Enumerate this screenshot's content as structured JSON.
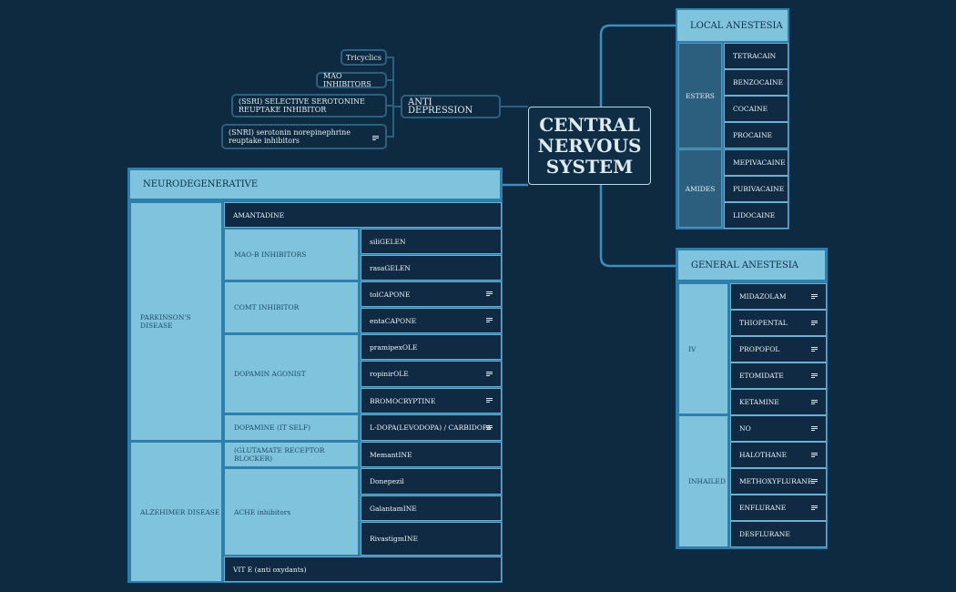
{
  "center": {
    "title_lines": [
      "CENTRAL",
      "NERVOUS",
      "SYSTEM"
    ]
  },
  "anti_depression": {
    "label": "ANTI DEPRESSION",
    "items": [
      "Tricyclics",
      "MAO INHIBITORS",
      "(SSRI) SELECTIVE SEROTONINE REUPTAKE INHIBITOR",
      "(SNRI) serotonin norepinephrine reuptake inhibitors"
    ]
  },
  "local": {
    "title": "LOCAL ANESTESIA",
    "groups": [
      {
        "label": "ESTERS",
        "items": [
          "TETRACAIN",
          "BENZOCAINE",
          "COCAINE",
          "PROCAINE"
        ]
      },
      {
        "label": "AMIDES",
        "items": [
          "MEPIVACAINE",
          "PUBIVACAINE",
          "LIDOCAINE"
        ]
      }
    ]
  },
  "general": {
    "title": "GENERAL ANESTESIA",
    "groups": [
      {
        "label": "IV",
        "items": [
          "MIDAZOLAM",
          "THIOPENTAL",
          "PROPOFOL",
          "ETOMIDATE",
          "KETAMINE"
        ]
      },
      {
        "label": "INHAILED",
        "items": [
          "NO",
          "HALOTHANE",
          "METHOXYFLURANE",
          "ENFLURANE",
          "DESFLURANE"
        ]
      }
    ]
  },
  "neuro": {
    "title": "NEURODEGENERATIVE",
    "parkinson": {
      "label": "PARKINSON'S DISEASE",
      "amantadine": "AMANTADINE",
      "maob": {
        "label": "MAO-B INHIBITORS",
        "items": [
          "siliGELEN",
          "rasaGELEN"
        ]
      },
      "comt": {
        "label": "COMT INHIBITOR",
        "items": [
          "tolCAPONE",
          "entaCAPONE"
        ]
      },
      "agonist": {
        "label": "DOPAMIN AGONIST",
        "items": [
          "pramipexOLE",
          "ropinirOLE",
          "BROMOCRYPTINE"
        ]
      },
      "dopamine": {
        "label": "DOPAMINE (IT SELF)",
        "items": [
          "L-DOPA(LEVODOPA) / CARBIDOPA"
        ]
      }
    },
    "alzheimer": {
      "label": "ALZEHIMER DISEASE",
      "glutamate": {
        "label": "(GLUTAMATE RECEPTOR BLOCKER)",
        "items": [
          "MemantINE"
        ]
      },
      "ache": {
        "label": "ACHE inhibitors",
        "items": [
          "Donepezil",
          "GalantamINE",
          "RivastigmINE"
        ]
      },
      "vit": "VIT E (anti oxydants)"
    }
  },
  "colors": {
    "background": "#0d2a40",
    "light_blue": "#7fc4dc",
    "dark_cell": "#0f2a42",
    "border_blue": "#2e7fae"
  }
}
